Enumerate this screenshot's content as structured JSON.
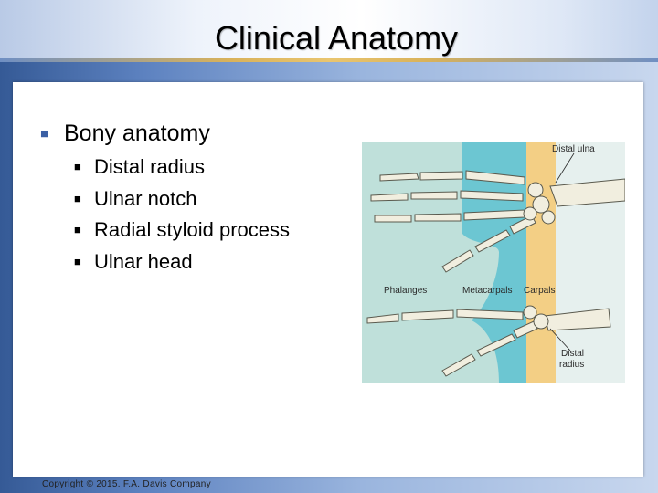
{
  "slide": {
    "title": "Clinical Anatomy",
    "bullet": "Bony anatomy",
    "sub_bullets": [
      "Distal radius",
      "Ulnar notch",
      "Radial styloid process",
      "Ulnar head"
    ],
    "footer": "Copyright © 2015. F.A. Davis Company"
  },
  "figure": {
    "labels": {
      "distal_ulna": "Distal ulna",
      "phalanges": "Phalanges",
      "metacarpals": "Metacarpals",
      "carpals": "Carpals",
      "distal_radius_line1": "Distal",
      "distal_radius_line2": "radius"
    },
    "colors": {
      "background": "#bfe0da",
      "metacarpal_band": "#6cc6d2",
      "carpal_band": "#f3cf85",
      "bone": "#f1eedf",
      "bone_outline": "#5a5a4e"
    }
  },
  "icons": {
    "bullet": "square-bullet-icon"
  }
}
